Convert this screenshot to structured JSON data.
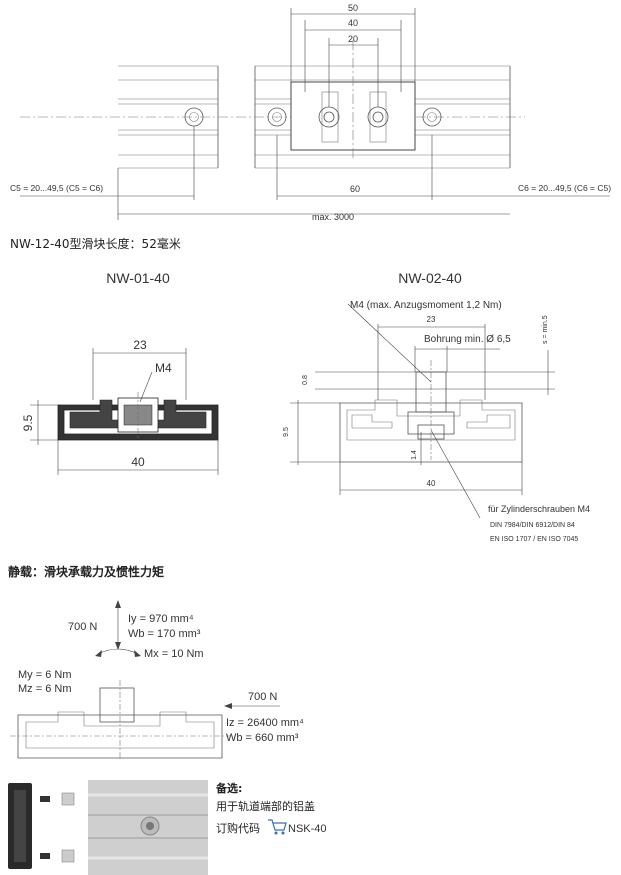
{
  "top_dims": {
    "d50": "50",
    "d40": "40",
    "d20": "20",
    "d60": "60",
    "max": "max. 3000",
    "c5": "C5 = 20...49,5 (C5 = C6)",
    "c6": "C6 = 20...49,5 (C6 = C5)"
  },
  "slider_length": "NW-12-40型滑块长度：52毫米",
  "nw01": {
    "title": "NW-01-40",
    "d23": "23",
    "m4": "M4",
    "h95": "9.5",
    "w40": "40"
  },
  "nw02": {
    "title": "NW-02-40",
    "m4": "M4 (max. Anzugsmoment 1,2 Nm)",
    "d23": "23",
    "bore": "Bohrung min. Ø 6,5",
    "smin": "s = min.5",
    "d08": "0.8",
    "d95": "9.5",
    "d14": "1.4",
    "d40": "40",
    "screw": "für Zylinderschrauben M4",
    "din": "DIN 7984/DIN 6912/DIN 84",
    "iso": "EN ISO 1707 / EN ISO 7045"
  },
  "static_title": "静载：滑块承载力及惯性力矩",
  "loads": {
    "f700a": "700 N",
    "iy": "Iy = 970 mm⁴",
    "wb1": "Wb = 170 mm³",
    "mx": "Mx = 10 Nm",
    "my": "My = 6 Nm",
    "mz": "Mz = 6 Nm",
    "f700b": "700 N",
    "iz": "Iz = 26400 mm⁴",
    "wb2": "Wb = 660 mm³"
  },
  "option": {
    "title": "备选:",
    "desc": "用于轨道端部的铝盖",
    "code_label": "订购代码",
    "code": "NSK-40"
  }
}
